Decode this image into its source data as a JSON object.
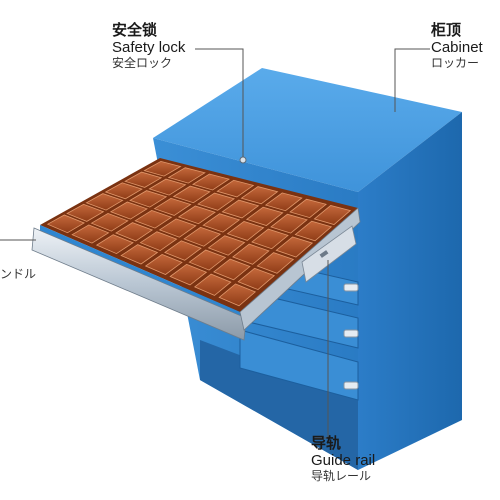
{
  "labels": {
    "safety_lock": {
      "zh": "安全锁",
      "en": "Safety lock",
      "ja": "安全ロック"
    },
    "cabinet_top": {
      "zh": "柜顶",
      "en": "Cabinet",
      "ja": "ロッカー"
    },
    "guide_rail": {
      "zh": "导轨",
      "en": "Guide rail",
      "ja": "导轨レール"
    },
    "handle": {
      "ja": "ンドル"
    }
  },
  "colors": {
    "cabinet_front": "#2f86d0",
    "cabinet_top": "#4aa0e6",
    "cabinet_side": "#1f6fb8",
    "bin_dark": "#a0461c",
    "bin_light": "#d6845a",
    "rail": "#c8d3de",
    "leader": "#555555"
  }
}
